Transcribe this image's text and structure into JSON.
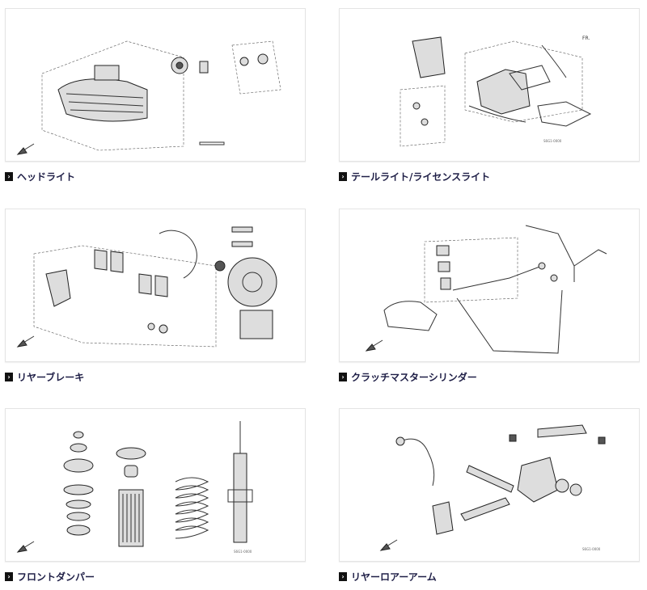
{
  "items": [
    {
      "label": "ヘッドライト",
      "icon": "chevron-right-icon"
    },
    {
      "label": "テールライト/ライセンスライト",
      "icon": "chevron-right-icon"
    },
    {
      "label": "リヤーブレーキ",
      "icon": "chevron-right-icon"
    },
    {
      "label": "クラッチマスターシリンダー",
      "icon": "chevron-right-icon"
    },
    {
      "label": "フロントダンパー",
      "icon": "chevron-right-icon"
    },
    {
      "label": "リヤーロアーアーム",
      "icon": "chevron-right-icon"
    }
  ],
  "arrow_glyph": "›"
}
